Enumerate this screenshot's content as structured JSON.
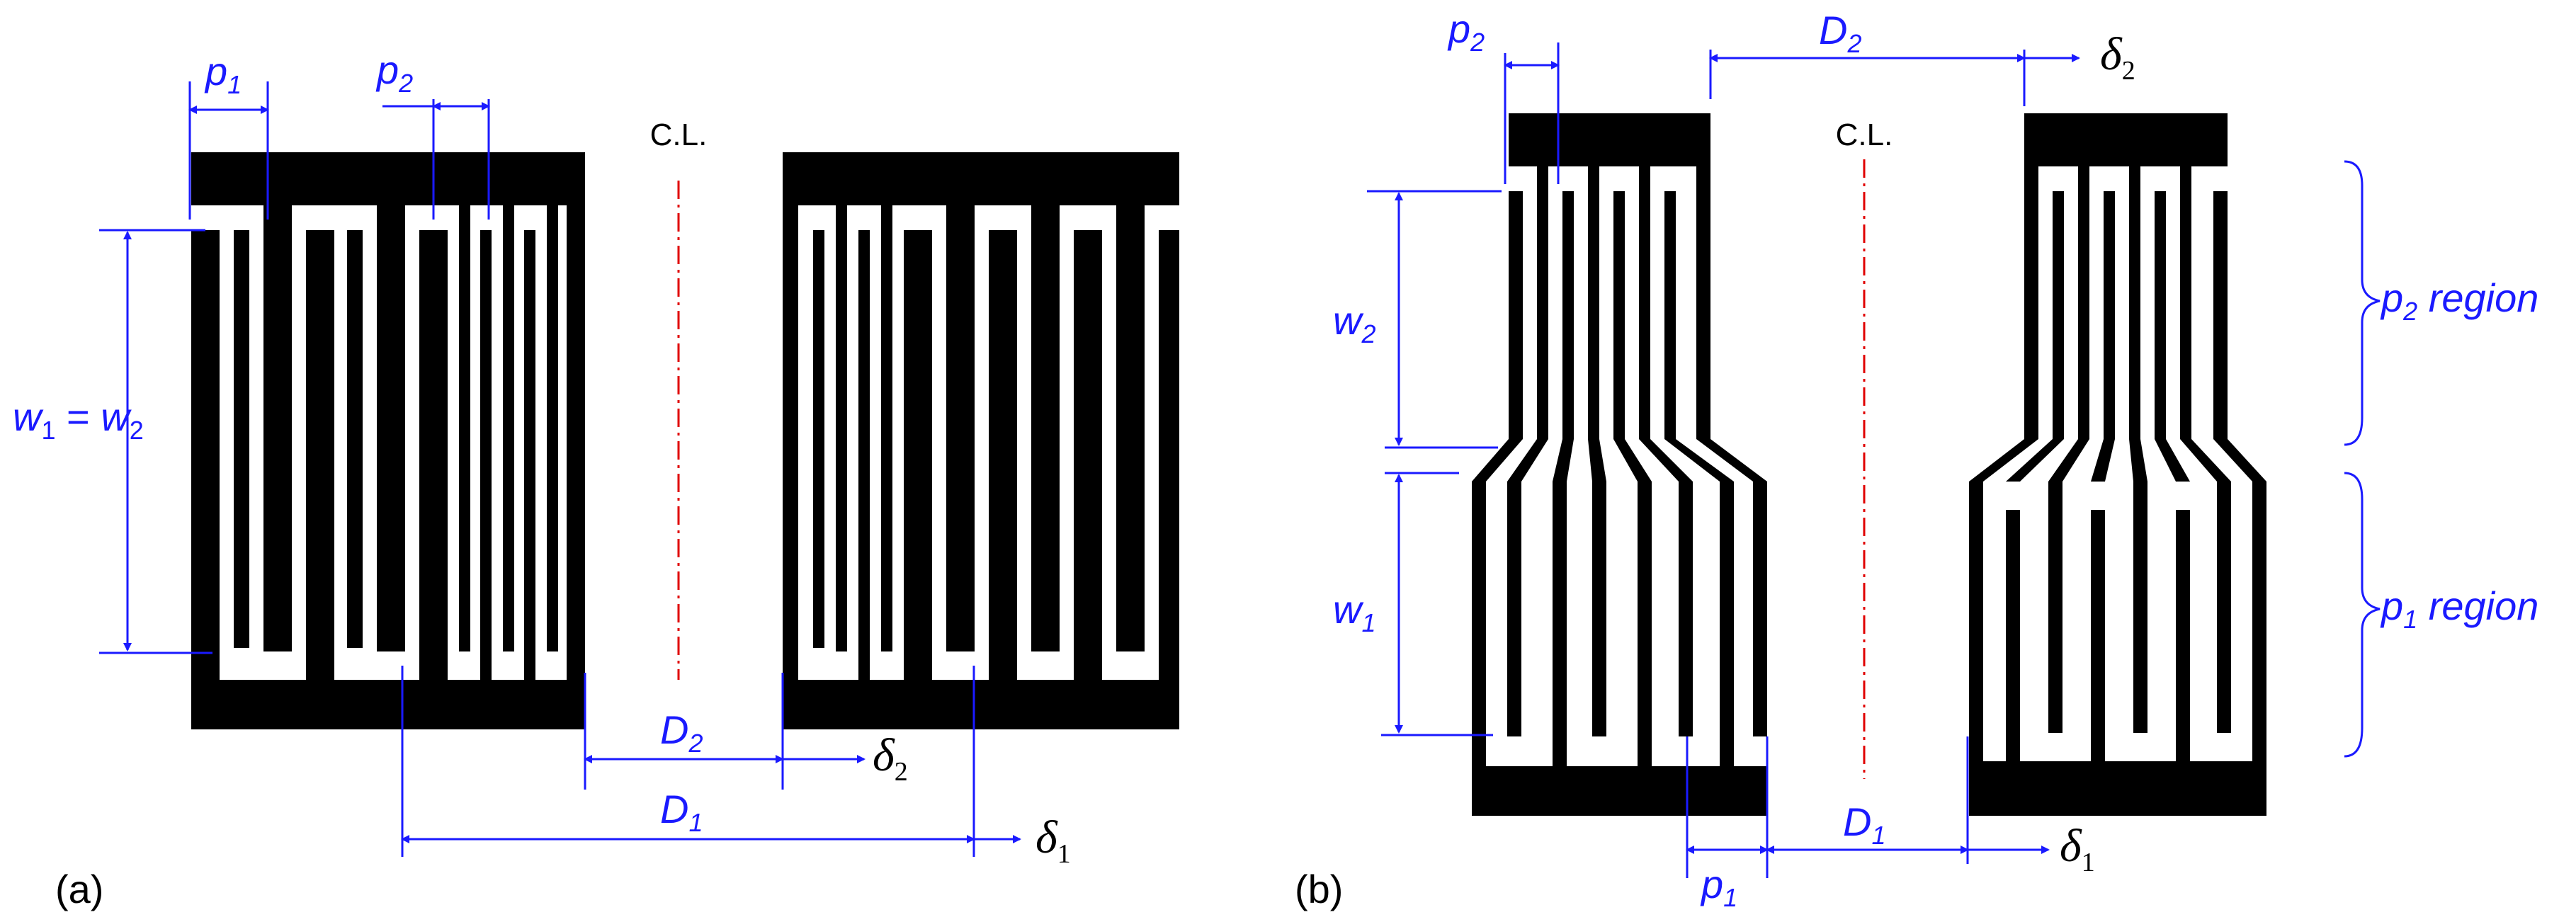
{
  "figure": {
    "panel_a": {
      "label": "(a)",
      "centerline_label": "C.L.",
      "dims": {
        "p1": {
          "base": "p",
          "sub": "1"
        },
        "p2": {
          "base": "p",
          "sub": "2"
        },
        "w": {
          "w1": "w",
          "w1_sub": "1",
          "eq": " = ",
          "w2": "w",
          "w2_sub": "2"
        },
        "D2": {
          "base": "D",
          "sub": "2"
        },
        "D1": {
          "base": "D",
          "sub": "1"
        },
        "delta2": {
          "base": "δ",
          "sub": "2"
        },
        "delta1": {
          "base": "δ",
          "sub": "1"
        }
      }
    },
    "panel_b": {
      "label": "(b)",
      "centerline_label": "C.L.",
      "dims": {
        "p2": {
          "base": "p",
          "sub": "2"
        },
        "p1": {
          "base": "p",
          "sub": "1"
        },
        "D2": {
          "base": "D",
          "sub": "2"
        },
        "D1": {
          "base": "D",
          "sub": "1"
        },
        "delta2": {
          "base": "δ",
          "sub": "2"
        },
        "delta1": {
          "base": "δ",
          "sub": "1"
        },
        "w2": {
          "base": "w",
          "sub": "2"
        },
        "w1": {
          "base": "w",
          "sub": "1"
        }
      },
      "regions": {
        "p2_region": {
          "base": "p",
          "sub": "2",
          "text": " region"
        },
        "p1_region": {
          "base": "p",
          "sub": "1",
          "text": " region"
        }
      }
    },
    "colors": {
      "dimension": "#1a1aff",
      "centerline": "#e00000",
      "electrode": "#000000",
      "background": "#ffffff"
    }
  }
}
